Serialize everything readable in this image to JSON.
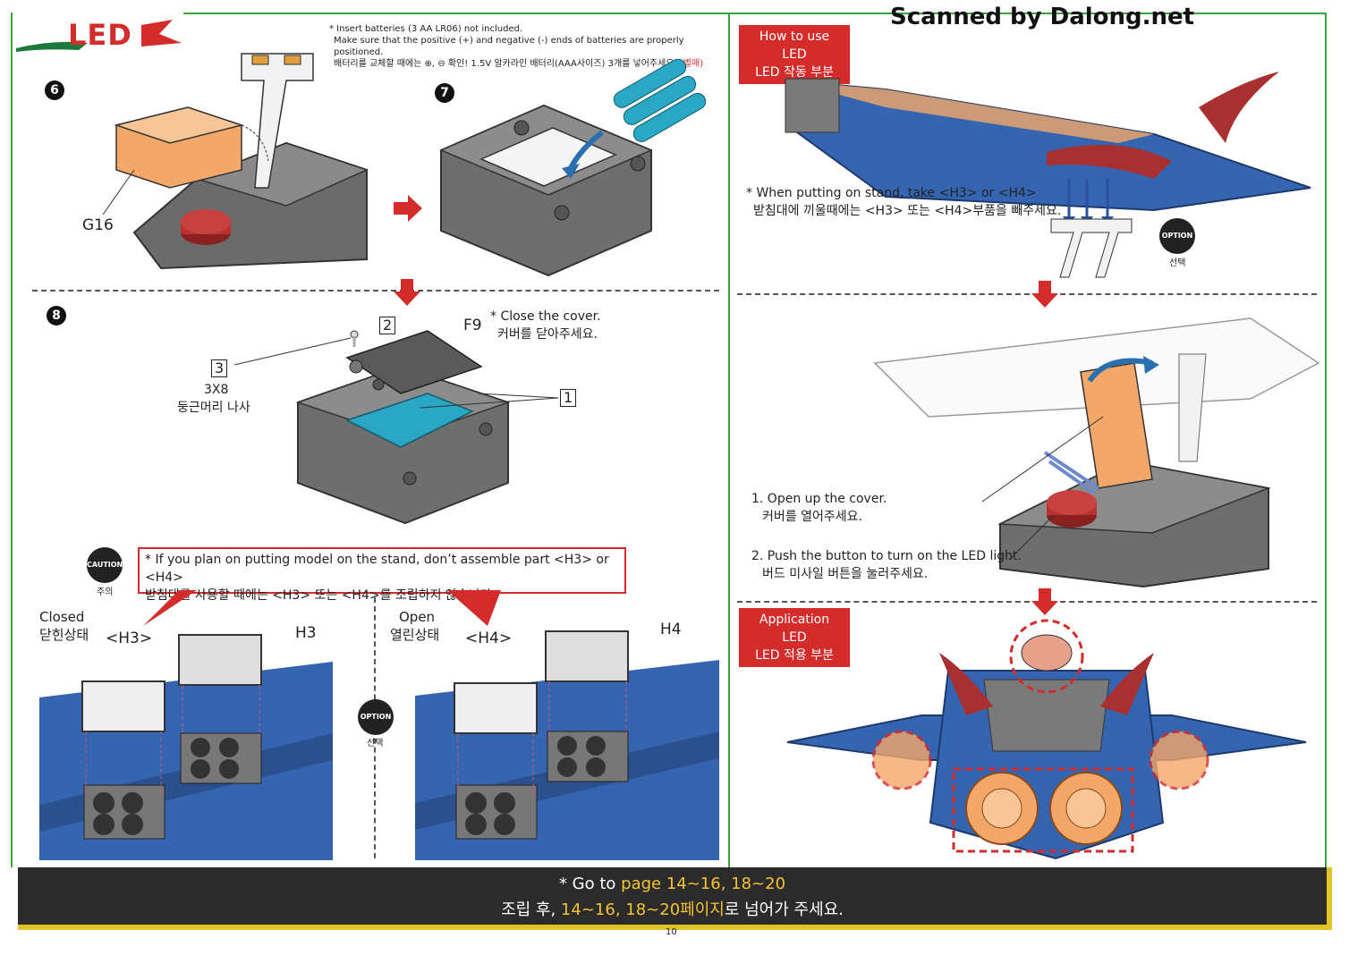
{
  "watermark": "Scanned by Dalong.net",
  "logo": "LED",
  "page_number": "10",
  "step6": {
    "number": "6",
    "note_line1": "* Insert batteries (3 AA LR06) not included.",
    "note_line2": "Make sure that the positive (+) and negative (-) ends of batteries are properly positioned.",
    "note_line3_ko": "배터리를 교체할 때에는 ⊕, ⊖ 확인! 1.5V 알카라인 배터리(AAA사이즈) 3개를 넣어주세요.",
    "note_red_ko": "(별매)",
    "part_label": "G16"
  },
  "step7": {
    "number": "7"
  },
  "step8": {
    "number": "8",
    "part2": "2",
    "part3": "3",
    "part1": "1",
    "part_f9": "F9",
    "screw_size": "3X8",
    "screw_ko": "둥근머리 나사",
    "close_note": "* Close the cover.",
    "close_note_ko": "커버를 닫아주세요."
  },
  "caution": {
    "badge": "CAUTION",
    "badge_ko": "주의",
    "line1": "* If you plan on putting model on the stand, don’t assemble part <H3> or <H4>",
    "line2_ko": "받침대를 사용할 때에는 <H3> 또는 <H4>를 조립하지 않습니다."
  },
  "closed": {
    "title": "Closed",
    "title_ko": "닫힌상태",
    "part_tag": "<H3>",
    "part": "H3"
  },
  "open": {
    "title": "Open",
    "title_ko": "열린상태",
    "part_tag": "<H4>",
    "part": "H4"
  },
  "option_badge": "OPTION",
  "option_ko": "선택",
  "how_to_use": {
    "tag_line1": "How to use LED",
    "tag_line2": "LED 작동 부분",
    "stand_note": "* When putting on stand, take <H3> or <H4>",
    "stand_note_ko": "받침대에 끼울때에는 <H3> 또는 <H4>부품을 빼주세요.",
    "step1": "1. Open up the cover.",
    "step1_ko": "커버를 열어주세요.",
    "step2": "2. Push the button to turn on the LED light.",
    "step2_ko": "버드 미사일 버튼을 눌러주세요."
  },
  "application": {
    "tag_line1": "Application LED",
    "tag_line2": "LED 적용 부분"
  },
  "footer": {
    "go_prefix": "* Go to ",
    "go_pages": "page 14~16, 18~20",
    "ko_prefix": "조립 후, ",
    "ko_pages": "14~16, 18~20페이지",
    "ko_suffix": "로 넘어가 주세요."
  },
  "colors": {
    "accent_red": "#d42b2b",
    "frame_green": "#3aa23a",
    "model_blue": "#3565b0",
    "part_orange": "#f3a768",
    "battery_cyan": "#29a7c4",
    "footer_yellow": "#f4c430"
  }
}
